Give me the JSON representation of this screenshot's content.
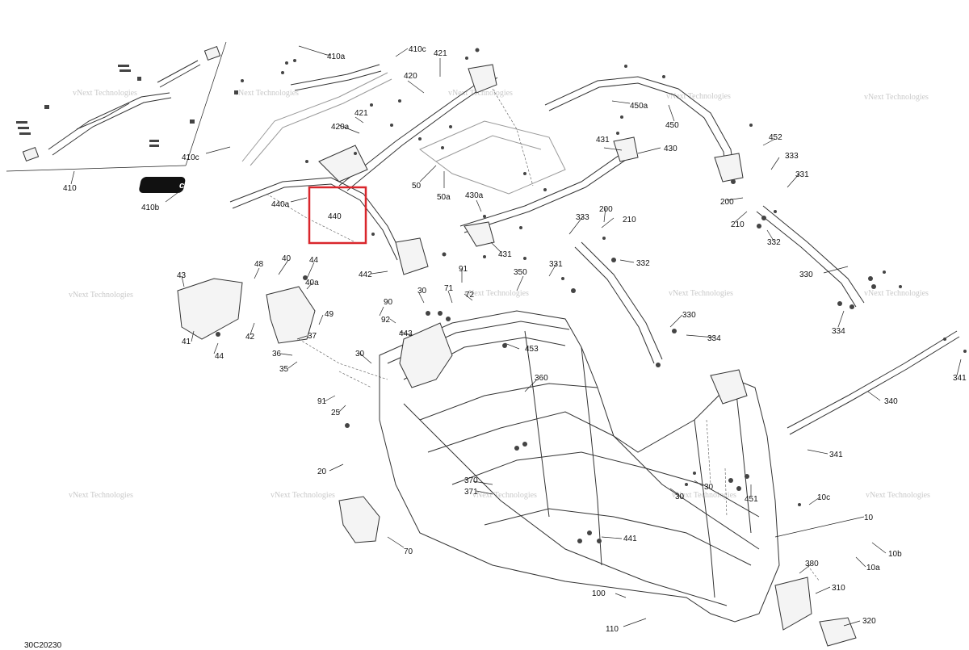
{
  "diagram_code": "30C20230",
  "brand_logo_text": "can-am",
  "watermark": {
    "line1": "vNext",
    "line2": "Technologies",
    "line3": "vNext Technologies"
  },
  "highlight": {
    "part": "440",
    "color": "#d9262c"
  },
  "parts": {
    "p10": "10",
    "p10a": "10a",
    "p10b": "10b",
    "p10c": "10c",
    "p20": "20",
    "p25": "25",
    "p30": "30",
    "p35": "35",
    "p36": "36",
    "p37": "37",
    "p40": "40",
    "p40a": "40a",
    "p41": "41",
    "p42": "42",
    "p43": "43",
    "p44": "44",
    "p48": "48",
    "p49": "49",
    "p50": "50",
    "p50a": "50a",
    "p70": "70",
    "p71": "71",
    "p72": "72",
    "p90": "90",
    "p91": "91",
    "p92": "92",
    "p100": "100",
    "p110": "110",
    "p200": "200",
    "p210": "210",
    "p310": "310",
    "p320": "320",
    "p330": "330",
    "p331": "331",
    "p332": "332",
    "p333": "333",
    "p334": "334",
    "p340": "340",
    "p341": "341",
    "p350": "350",
    "p360": "360",
    "p370": "370",
    "p371": "371",
    "p380": "380",
    "p410": "410",
    "p410a": "410a",
    "p410b": "410b",
    "p410c": "410c",
    "p420": "420",
    "p420a": "420a",
    "p421": "421",
    "p430": "430",
    "p430a": "430a",
    "p431": "431",
    "p440": "440",
    "p440a": "440a",
    "p441": "441",
    "p442": "442",
    "p443": "443",
    "p450": "450",
    "p450a": "450a",
    "p451": "451",
    "p452": "452",
    "p453": "453"
  }
}
